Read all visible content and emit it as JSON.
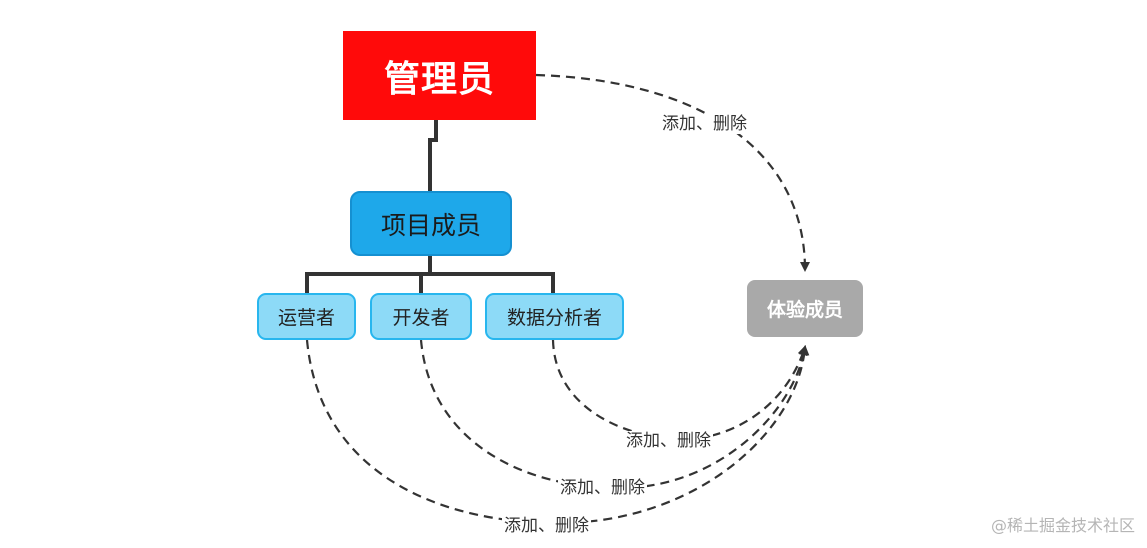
{
  "nodes": {
    "admin": "管理员",
    "project_members": "项目成员",
    "operations": "运营者",
    "developer": "开发者",
    "data_analyst": "数据分析者",
    "experience_members": "体验成员"
  },
  "edge_labels": [
    "添加、删除",
    "添加、删除",
    "添加、删除",
    "添加、删除"
  ],
  "watermark": "@稀土掘金技术社区",
  "colors": {
    "admin_fill": "#ff0a0a",
    "project_fill": "#1ea8ea",
    "role_fill": "#8ddaf7",
    "role_border": "#28b6ee",
    "experience_fill": "#a9a9a9",
    "connector": "#333333"
  }
}
